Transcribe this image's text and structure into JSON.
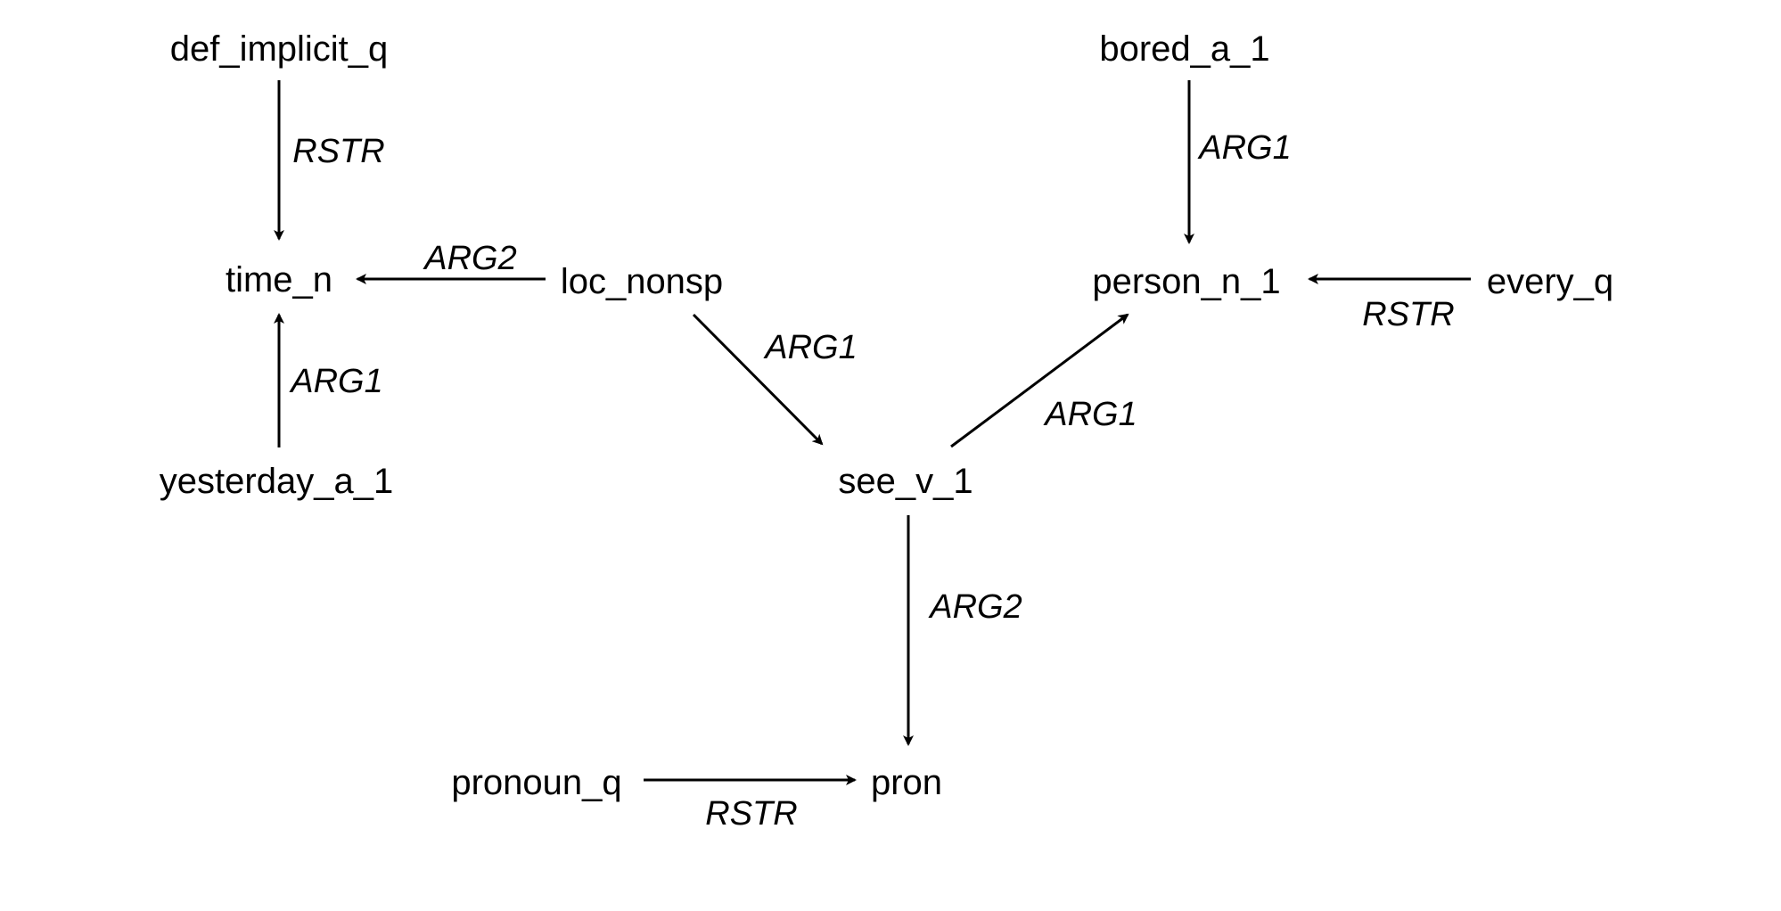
{
  "diagram": {
    "nodes": [
      {
        "id": "def_implicit_q",
        "label": "def_implicit_q"
      },
      {
        "id": "bored_a_1",
        "label": "bored_a_1"
      },
      {
        "id": "time_n",
        "label": "time_n"
      },
      {
        "id": "loc_nonsp",
        "label": "loc_nonsp"
      },
      {
        "id": "person_n_1",
        "label": "person_n_1"
      },
      {
        "id": "every_q",
        "label": "every_q"
      },
      {
        "id": "yesterday_a_1",
        "label": "yesterday_a_1"
      },
      {
        "id": "see_v_1",
        "label": "see_v_1"
      },
      {
        "id": "pronoun_q",
        "label": "pronoun_q"
      },
      {
        "id": "pron",
        "label": "pron"
      }
    ],
    "edges": [
      {
        "from": "def_implicit_q",
        "to": "time_n",
        "label": "RSTR"
      },
      {
        "from": "bored_a_1",
        "to": "person_n_1",
        "label": "ARG1"
      },
      {
        "from": "loc_nonsp",
        "to": "time_n",
        "label": "ARG2"
      },
      {
        "from": "every_q",
        "to": "person_n_1",
        "label": "RSTR"
      },
      {
        "from": "yesterday_a_1",
        "to": "time_n",
        "label": "ARG1"
      },
      {
        "from": "loc_nonsp",
        "to": "see_v_1",
        "label": "ARG1"
      },
      {
        "from": "see_v_1",
        "to": "person_n_1",
        "label": "ARG1"
      },
      {
        "from": "see_v_1",
        "to": "pron",
        "label": "ARG2"
      },
      {
        "from": "pronoun_q",
        "to": "pron",
        "label": "RSTR"
      }
    ]
  }
}
